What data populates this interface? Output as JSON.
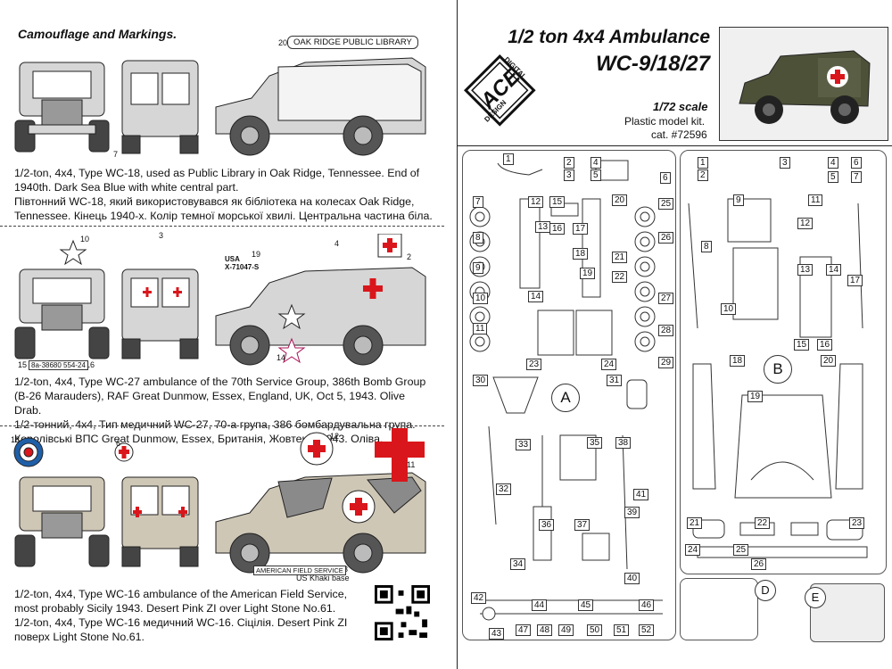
{
  "left": {
    "section_title": "Camouflage and Markings.",
    "schemes": [
      {
        "callouts": [
          "20",
          "7"
        ],
        "library_text": "OAK RIDGE PUBLIC LIBRARY",
        "desc_en": "1/2-ton, 4x4, Type WC-18, used as Public Library in Oak Ridge, Tennessee. End of 1940th. Dark Sea Blue with white central part.",
        "desc_ua": "Півтонний WC-18, який використовувався як бібліотека на колесах Oak Ridge, Tennessee. Кінець 1940-х. Колір темної морської хвилі. Центральна частина біла."
      },
      {
        "callouts": [
          "10",
          "3",
          "19",
          "4",
          "2",
          "15",
          "16",
          "14"
        ],
        "serial": "USA\nX-71047-S",
        "plates": "8a-38680 554-24",
        "desc_en": "1/2-ton, 4x4, Type WC-27 ambulance of the 70th Service Group, 386th Bomb Group (B-26 Marauders), RAF Great Dunmow, Essex, England, UK, Oct 5, 1943. Olive Drab.",
        "desc_ua": "1/2-тонний, 4x4, Тип медичний WC-27, 70-а група, 386 бомбардувальна група. Королівські ВПС Great Dunmow, Essex, Британія, Жовтень. 1943. Оліва."
      },
      {
        "callouts": [
          "18",
          "6",
          "12",
          "11",
          "13"
        ],
        "afs_text": "AMERICAN FIELD SERVICE",
        "base_note": "US Khaki base",
        "desc_en": "1/2-ton, 4x4, Type WC-16 ambulance of the American Field Service, most probably Sicily 1943. Desert Pink ZI over Light Stone No.61.",
        "desc_ua": "1/2-ton, 4x4, Type WC-16 медичний WC-16. Сіцілія. Desert Pink ZI поверх Light Stone No.61."
      }
    ]
  },
  "right": {
    "title_line1": "1/2 ton 4x4 Ambulance",
    "title_line2": "WC-9/18/27",
    "logo": {
      "top": "DIGITAL",
      "main": "ACE",
      "bottom": "DESIGN"
    },
    "scale": "1/72 scale",
    "kit_type": "Plastic model kit.",
    "catalog": "cat. #72596",
    "sprues": [
      "A",
      "B",
      "D",
      "E"
    ],
    "part_numbers_a": [
      "1",
      "2",
      "3",
      "4",
      "5",
      "6",
      "7",
      "8",
      "9",
      "10",
      "11",
      "12",
      "13",
      "14",
      "15",
      "16",
      "17",
      "18",
      "19",
      "20",
      "21",
      "22",
      "23",
      "24",
      "25",
      "26",
      "27",
      "28",
      "29",
      "30",
      "31",
      "32",
      "33",
      "34",
      "35",
      "36",
      "37",
      "38",
      "39",
      "40",
      "41",
      "42",
      "43",
      "44",
      "45",
      "46",
      "47",
      "48",
      "49",
      "50",
      "51",
      "52"
    ],
    "part_numbers_b": [
      "1",
      "2",
      "3",
      "4",
      "5",
      "6",
      "7",
      "8",
      "9",
      "10",
      "11",
      "12",
      "13",
      "14",
      "15",
      "16",
      "17",
      "18",
      "19",
      "20",
      "21",
      "22",
      "23",
      "24",
      "25",
      "26"
    ]
  },
  "colors": {
    "ink": "#111111",
    "red": "#d9161b",
    "roundel_blue": "#1f5fa8",
    "vehicle_fill": "#d6d6d6"
  }
}
